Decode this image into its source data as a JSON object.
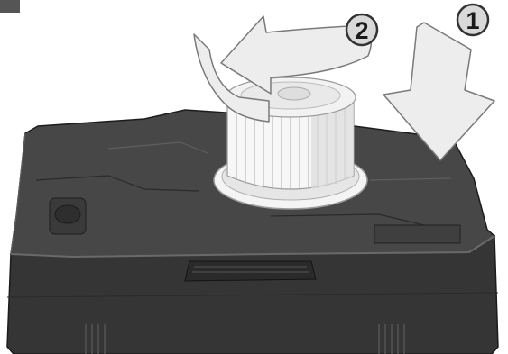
{
  "steps": [
    {
      "number": "1",
      "action": "press-down"
    },
    {
      "number": "2",
      "action": "rotate-counterclockwise"
    }
  ],
  "colors": {
    "housing": "#3d3d3d",
    "housing_dark": "#262626",
    "housing_light": "#5a5a5a",
    "fan": "#f2f2f2",
    "arrow_fill": "#ececec",
    "arrow_stroke": "#7a7a7a",
    "badge_fill": "#d9d9d9",
    "badge_stroke": "#333333"
  },
  "icons": {
    "housing": "blower-housing-icon",
    "fan": "blower-fan-wheel-icon",
    "down_arrow": "arrow-down-icon",
    "rotate_arrow": "rotate-ccw-arrow-icon"
  }
}
